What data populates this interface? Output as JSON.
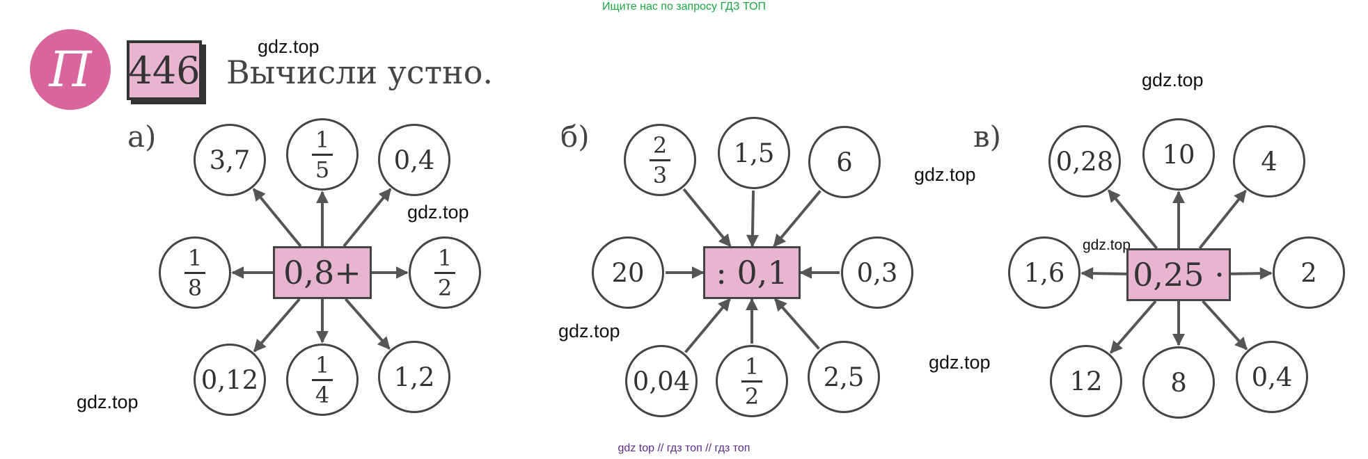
{
  "header": {
    "promo": "Ищите нас по запросу ГДЗ ТОП"
  },
  "footer": {
    "links": "gdz top  //  гдз топ  //  гдз топ"
  },
  "watermark": "gdz.top",
  "logo_letter": "П",
  "task": {
    "number": "446",
    "title": "Вычисли устно."
  },
  "parts": {
    "a": {
      "label": "а)",
      "center": "0,8+",
      "items": {
        "top_left": "3,7",
        "top": {
          "num": "1",
          "den": "5"
        },
        "top_right": "0,4",
        "left": {
          "num": "1",
          "den": "8"
        },
        "right": {
          "num": "1",
          "den": "2"
        },
        "bottom_left": "0,12",
        "bottom": {
          "num": "1",
          "den": "4"
        },
        "bottom_right": "1,2"
      }
    },
    "b": {
      "label": "б)",
      "center": ": 0,1",
      "items": {
        "top_left": {
          "num": "2",
          "den": "3"
        },
        "top": "1,5",
        "top_right": "6",
        "left": "20",
        "right": "0,3",
        "bottom_left": "0,04",
        "bottom": {
          "num": "1",
          "den": "2"
        },
        "bottom_right": "2,5"
      }
    },
    "c": {
      "label": "в)",
      "center": "0,25 ·",
      "items": {
        "top_left": "0,28",
        "top": "10",
        "top_right": "4",
        "left": "1,6",
        "right": "2",
        "bottom_left": "12",
        "bottom": "8",
        "bottom_right": "0,4"
      }
    }
  },
  "colors": {
    "logo": "#d9659d",
    "box_fill": "#e8b5cf",
    "promo_text": "#1aa840",
    "footer_text": "#5a2a86"
  }
}
